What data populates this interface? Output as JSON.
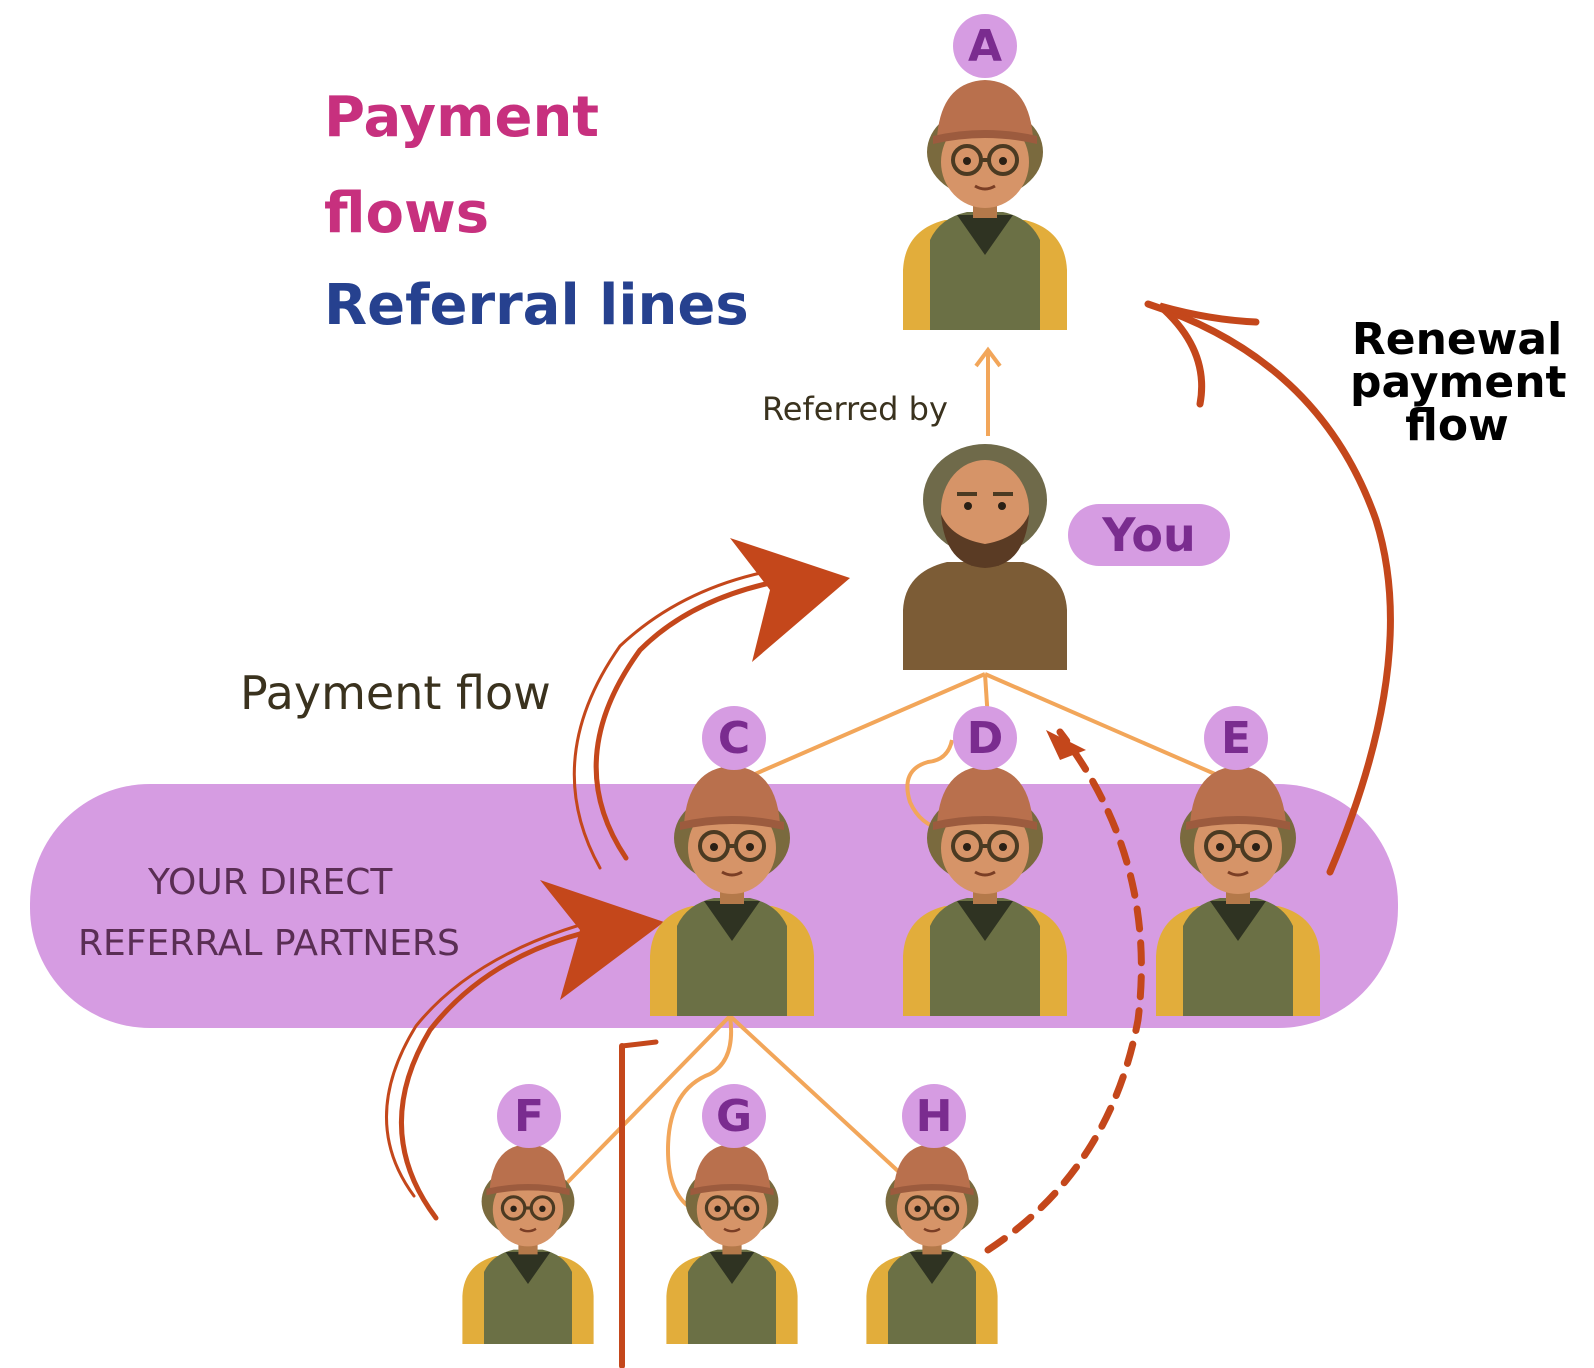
{
  "legend": {
    "line1": "Payment",
    "line2": "flows",
    "line3": "Referral lines",
    "payment_color": "#c7307e",
    "referral_color": "#26418f"
  },
  "labels": {
    "referred_by": "Referred by",
    "payment_flow": "Payment flow",
    "you": "You",
    "direct_line1": "YOUR DIRECT",
    "direct_line2": "REFERRAL PARTNERS",
    "renewal": [
      "Renewal",
      "payment",
      "flow"
    ]
  },
  "nodes": {
    "A": "A",
    "C": "C",
    "D": "D",
    "E": "E",
    "F": "F",
    "G": "G",
    "H": "H"
  },
  "colors": {
    "band": "#d69ce2",
    "badge_text": "#7a2c8f",
    "referral_line": "#f2a65a",
    "payment_arrow": "#c4471b"
  }
}
